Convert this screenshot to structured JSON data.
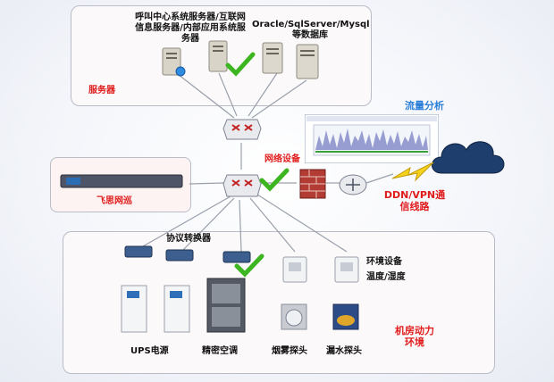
{
  "labels": {
    "server_group": "呼叫中心系统服务器/互联网信息服务器/内部应用系统服务器",
    "db": "Oracle/SqlServer/Mysql等数据库",
    "servers": "服务器",
    "traffic": "流量分析",
    "netdev": "网络设备",
    "feisi": "飞思网巡",
    "ddn": "DDN/VPN通信线路",
    "converter": "协议转换器",
    "env_device": "环境设备",
    "temp_hum": "温度/湿度",
    "ups": "UPS电源",
    "ac": "精密空调",
    "smoke": "烟雾探头",
    "leak": "漏水探头",
    "room_power": "机房动力环境"
  },
  "colors": {
    "accent_red": "#e01b1b",
    "accent_blue": "#2c7fd8",
    "check_green": "#3cb521"
  },
  "icons": [
    "server-icon",
    "database-server-icon",
    "router-icon",
    "switch-icon",
    "firewall-icon",
    "cloud-icon",
    "lightning-icon",
    "checkmark-icon",
    "ups-icon",
    "air-conditioner-icon",
    "sensor-icon"
  ]
}
